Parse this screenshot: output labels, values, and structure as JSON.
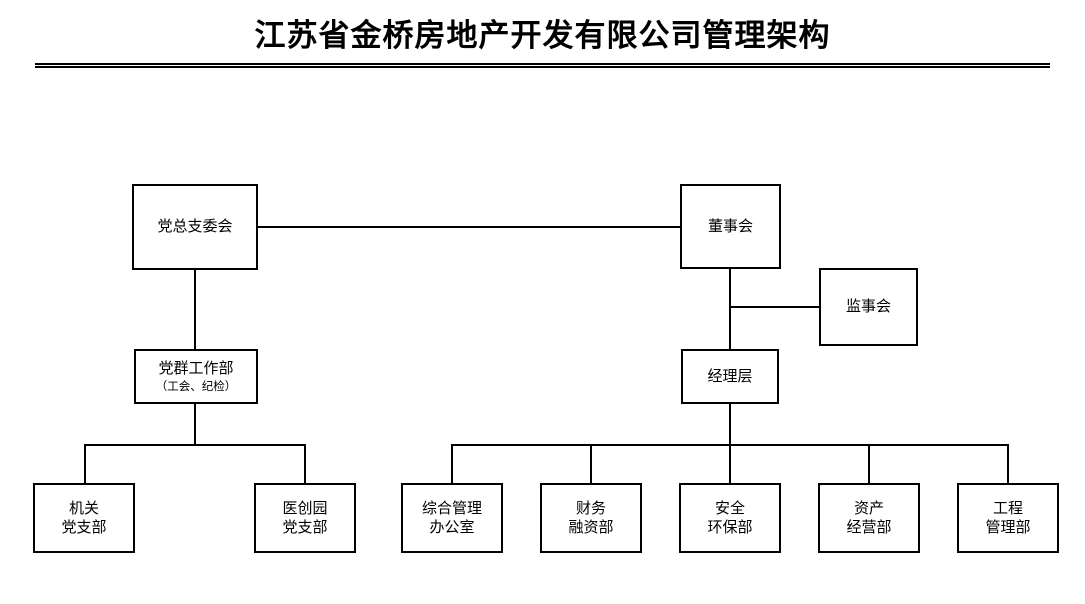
{
  "chart_title": "江苏省金桥房地产开发有限公司管理架构",
  "theme": {
    "background": "#ffffff",
    "line_color": "#000000",
    "text_color": "#000000"
  },
  "nodes": {
    "party_committee": {
      "line1": "党总支委会",
      "line2": "",
      "sub": ""
    },
    "board_directors": {
      "line1": "董事会",
      "line2": "",
      "sub": ""
    },
    "supervisory_board": {
      "line1": "监事会",
      "line2": "",
      "sub": ""
    },
    "party_work_dept": {
      "line1": "党群工作部",
      "line2": "",
      "sub": "（工会、纪检）"
    },
    "management_layer": {
      "line1": "经理层",
      "line2": "",
      "sub": ""
    },
    "branch_organ": {
      "line1": "机关",
      "line2": "党支部",
      "sub": ""
    },
    "branch_yicy": {
      "line1": "医创园",
      "line2": "党支部",
      "sub": ""
    },
    "general_office": {
      "line1": "综合管理",
      "line2": "办公室",
      "sub": ""
    },
    "finance_dept": {
      "line1": "财务",
      "line2": "融资部",
      "sub": ""
    },
    "safety_dept": {
      "line1": "安全",
      "line2": "环保部",
      "sub": ""
    },
    "asset_dept": {
      "line1": "资产",
      "line2": "经营部",
      "sub": ""
    },
    "engineering_dept": {
      "line1": "工程",
      "line2": "管理部",
      "sub": ""
    }
  },
  "chart_data": {
    "type": "diagram",
    "diagram_kind": "organizational-chart",
    "title": "江苏省金桥房地产开发有限公司管理架构",
    "orientation": "top-down",
    "levels": [
      [
        "党总支委会",
        "董事会"
      ],
      [
        "监事会"
      ],
      [
        "党群工作部（工会、纪检）",
        "经理层"
      ],
      [
        "机关党支部",
        "医创园党支部",
        "综合管理办公室",
        "财务融资部",
        "安全环保部",
        "资产经营部",
        "工程管理部"
      ]
    ],
    "edges": [
      {
        "from": "党总支委会",
        "to": "董事会",
        "style": "horizontal-link"
      },
      {
        "from": "党总支委会",
        "to": "党群工作部（工会、纪检）",
        "style": "vertical"
      },
      {
        "from": "党群工作部（工会、纪检）",
        "to": "机关党支部",
        "style": "elbow"
      },
      {
        "from": "党群工作部（工会、纪检）",
        "to": "医创园党支部",
        "style": "elbow"
      },
      {
        "from": "董事会",
        "to": "监事会",
        "style": "elbow"
      },
      {
        "from": "董事会",
        "to": "经理层",
        "style": "vertical"
      },
      {
        "from": "经理层",
        "to": "综合管理办公室",
        "style": "elbow"
      },
      {
        "from": "经理层",
        "to": "财务融资部",
        "style": "elbow"
      },
      {
        "from": "经理层",
        "to": "安全环保部",
        "style": "elbow"
      },
      {
        "from": "经理层",
        "to": "资产经营部",
        "style": "elbow"
      },
      {
        "from": "经理层",
        "to": "工程管理部",
        "style": "elbow"
      }
    ]
  }
}
